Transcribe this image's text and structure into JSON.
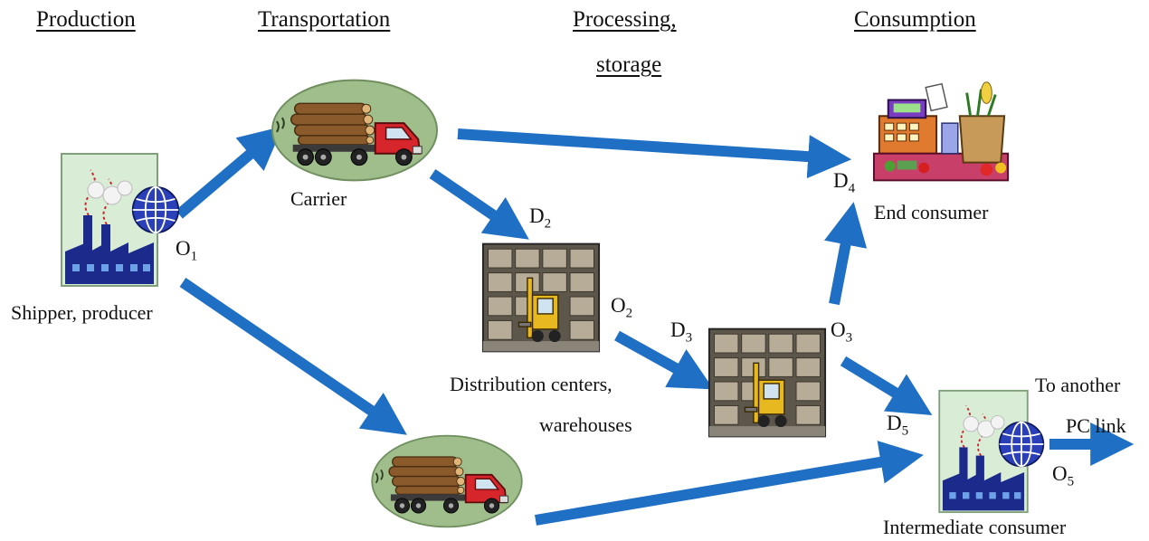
{
  "headers": {
    "production": "Production",
    "transportation": "Transportation",
    "processing_line1": "Processing,",
    "processing_line2": "storage",
    "consumption": "Consumption"
  },
  "labels": {
    "carrier": "Carrier",
    "shipper": "Shipper, producer",
    "distribution_line1": "Distribution centers,",
    "distribution_line2": "warehouses",
    "end_consumer": "End consumer",
    "intermediate_consumer": "Intermediate consumer",
    "another_link_line1": "To another",
    "another_link_line2": "PC link"
  },
  "nodes": {
    "o1": {
      "letter": "O",
      "sub": "1"
    },
    "o2": {
      "letter": "O",
      "sub": "2"
    },
    "o3": {
      "letter": "O",
      "sub": "3"
    },
    "o5": {
      "letter": "O",
      "sub": "5"
    },
    "d2": {
      "letter": "D",
      "sub": "2"
    },
    "d3": {
      "letter": "D",
      "sub": "3"
    },
    "d4": {
      "letter": "D",
      "sub": "4"
    },
    "d5": {
      "letter": "D",
      "sub": "5"
    }
  },
  "colors": {
    "arrow": "#1f6fc4",
    "truck_oval": "#9fbe8c",
    "truck_cab": "#d6262b",
    "logs": "#8a5a2b",
    "factory_body": "#1c2a8c",
    "factory_bg": "#d9ecd6",
    "globe": "#2a3fb8",
    "warehouse_shelf": "#7d7464",
    "forklift": "#e8b820"
  },
  "icons": {
    "factory": "factory-icon",
    "globe": "globe-icon",
    "truck": "log-truck-icon",
    "warehouse": "warehouse-forklift-icon",
    "shopping": "shopping-register-icon"
  }
}
